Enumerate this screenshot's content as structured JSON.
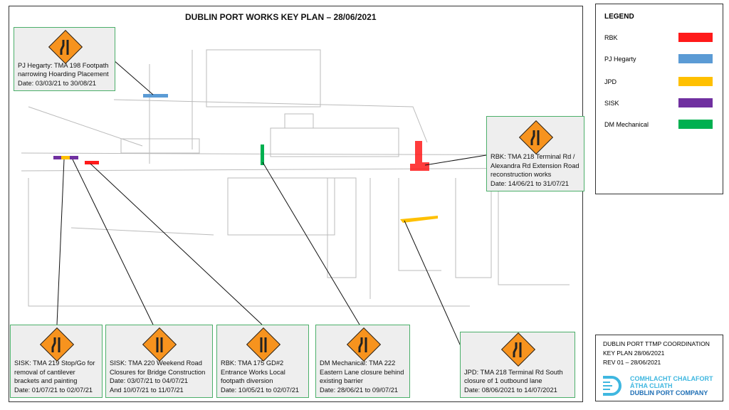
{
  "title": "DUBLIN PORT WORKS KEY PLAN – 28/06/2021",
  "legend": {
    "title": "LEGEND",
    "items": [
      {
        "label": "RBK",
        "color": "#ff1a1a"
      },
      {
        "label": "PJ Hegarty",
        "color": "#5b9bd5"
      },
      {
        "label": "JPD",
        "color": "#ffc000"
      },
      {
        "label": "SISK",
        "color": "#7030a0"
      },
      {
        "label": "DM Mechanical",
        "color": "#00b050"
      }
    ]
  },
  "callouts": {
    "pj": {
      "lines": [
        "PJ Hegarty: TMA 198 Footpath",
        "narrowing Hoarding Placement",
        "Date: 03/03/21 to 30/08/21"
      ]
    },
    "rbk218": {
      "lines": [
        "RBK: TMA 218 Terminal Rd /",
        "Alexandra Rd Extension Road",
        "reconstruction works",
        "Date: 14/06/21 to 31/07/21"
      ]
    },
    "sisk219": {
      "lines": [
        "SISK: TMA 219 Stop/Go for",
        "removal of cantilever",
        "brackets and painting",
        "Date: 01/07/21 to 02/07/21"
      ]
    },
    "sisk220": {
      "lines": [
        "SISK: TMA 220 Weekend Road",
        "Closures for Bridge Construction",
        "Date: 03/07/21 to 04/07/21",
        "And  10/07/21 to 11/07/21"
      ]
    },
    "rbk175": {
      "lines": [
        "RBK: TMA 175 GD#2",
        "Entrance Works Local",
        "footpath diversion",
        "Date: 10/05/21 to 02/07/21"
      ]
    },
    "dm": {
      "lines": [
        "DM Mechanical: TMA 222",
        "Eastern Lane closure behind",
        "existing barrier",
        "Date: 28/06/21 to 09/07/21"
      ]
    },
    "jpd": {
      "lines": [
        "JPD: TMA 218 Terminal Rd South",
        "closure of 1 outbound lane",
        "Date: 08/06/2021 to 14/07/2021"
      ]
    }
  },
  "titleblock": {
    "lines": [
      "DUBLIN PORT TTMP COORDINATION",
      "KEY PLAN  28/06/2021",
      "REV 01 – 28/06/2021"
    ],
    "logo": [
      "COMHLACHT CHALAFORT",
      "ÁTHA CLIATH",
      "DUBLIN PORT COMPANY"
    ]
  }
}
